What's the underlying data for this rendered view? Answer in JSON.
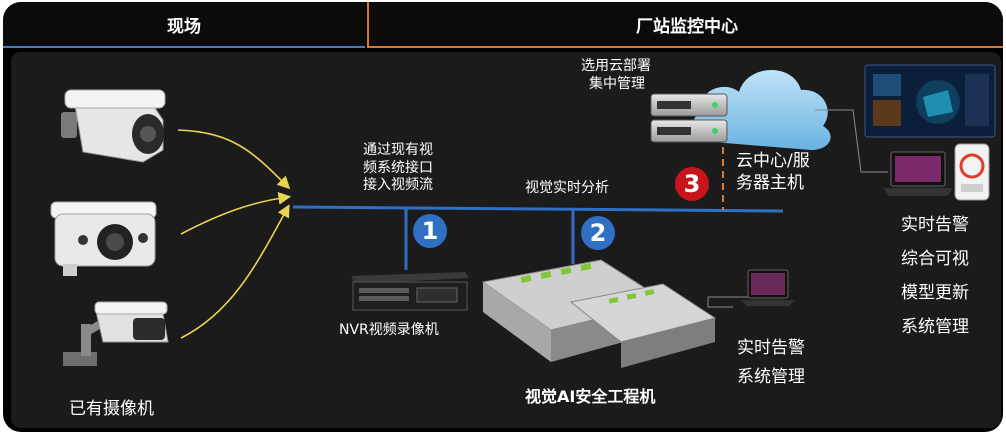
{
  "header": {
    "left": "现场",
    "right": "厂站监控中心"
  },
  "labels": {
    "existing_cameras": "已有摄像机",
    "stream_access": [
      "通过现有视",
      "频系统接口",
      "接入视频流"
    ],
    "visual_analysis": "视觉实时分析",
    "cloud_deploy": [
      "选用云部署",
      "集中管理"
    ],
    "cloud_server": [
      "云中心/服",
      "务器主机"
    ],
    "nvr": "NVR视频录像机",
    "ai_workstation": "视觉AI安全工程机",
    "edge_functions": [
      "实时告警",
      "系统管理"
    ],
    "center_functions": [
      "实时告警",
      "综合可视",
      "模型更新",
      "系统管理"
    ]
  },
  "badges": [
    "1",
    "2",
    "3"
  ],
  "colors": {
    "bus_line": "#2f6fc4",
    "camera_arrows": "#e8d44d",
    "cloud_link": "#e0762a",
    "badge_blue": "#2f6fc4",
    "badge_red": "#c8141b"
  }
}
